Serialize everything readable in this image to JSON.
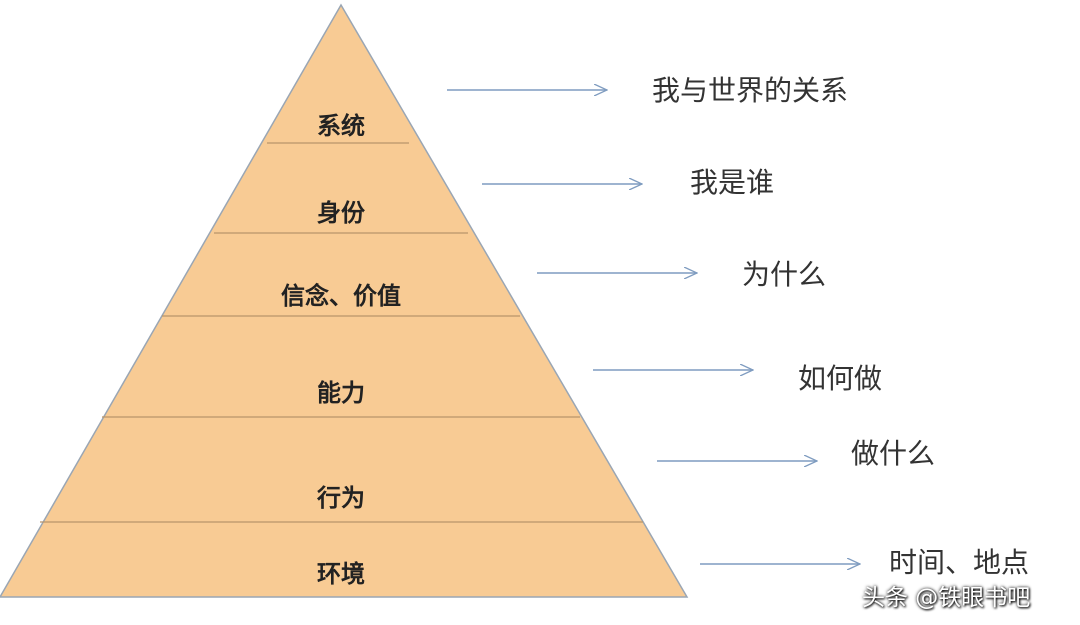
{
  "colors": {
    "fill": "#F8CB94",
    "edge": "#9aa6b4",
    "arrow": "#7f9cc0"
  },
  "layers": [
    {
      "label": "系统",
      "description": "我与世界的关系"
    },
    {
      "label": "身份",
      "description": "我是谁"
    },
    {
      "label": "信念、价值",
      "description": "为什么"
    },
    {
      "label": "能力",
      "description": "如何做"
    },
    {
      "label": "行为",
      "description": "做什么"
    },
    {
      "label": "环境",
      "description": "时间、地点"
    }
  ],
  "watermark": "头条 @铁眼书吧"
}
